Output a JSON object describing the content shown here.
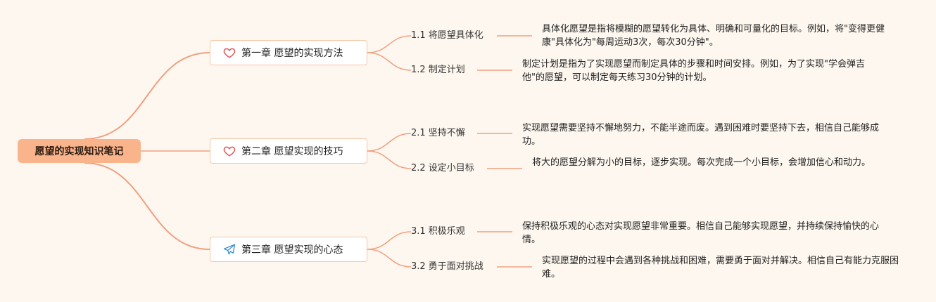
{
  "root": {
    "label": "愿望的实现知识笔记"
  },
  "chapters": [
    {
      "label": "第一章 愿望的实现方法",
      "icon": "heart-icon",
      "sections": [
        {
          "label": "1.1 将愿望具体化",
          "desc": "具体化愿望是指将模糊的愿望转化为具体、明确和可量化的目标。例如，将\"变得更健康\"具体化为\"每周运动3次，每次30分钟\"。"
        },
        {
          "label": "1.2 制定计划",
          "desc": "制定计划是指为了实现愿望而制定具体的步骤和时间安排。例如，为了实现\"学会弹吉他\"的愿望，可以制定每天练习30分钟的计划。"
        }
      ]
    },
    {
      "label": "第二章 愿望实现的技巧",
      "icon": "heart-icon",
      "sections": [
        {
          "label": "2.1 坚持不懈",
          "desc": "实现愿望需要坚持不懈地努力，不能半途而废。遇到困难时要坚持下去，相信自己能够成功。"
        },
        {
          "label": "2.2 设定小目标",
          "desc": "将大的愿望分解为小的目标，逐步实现。每次完成一个小目标，会增加信心和动力。"
        }
      ]
    },
    {
      "label": "第三章 愿望实现的心态",
      "icon": "paper-plane-icon",
      "sections": [
        {
          "label": "3.1 积极乐观",
          "desc": "保持积极乐观的心态对实现愿望非常重要。相信自己能够实现愿望，并持续保持愉快的心情。"
        },
        {
          "label": "3.2 勇于面对挑战",
          "desc": "实现愿望的过程中会遇到各种挑战和困难，需要勇于面对并解决。相信自己有能力克服困难。"
        }
      ]
    }
  ],
  "colors": {
    "background": "#fdf7ef",
    "root_fill": "#f9b48c",
    "connector": "#f2a07f",
    "chapter_border": "#f5c6a6",
    "icon": "#e0575b",
    "plane_icon": "#3a8fd6"
  }
}
